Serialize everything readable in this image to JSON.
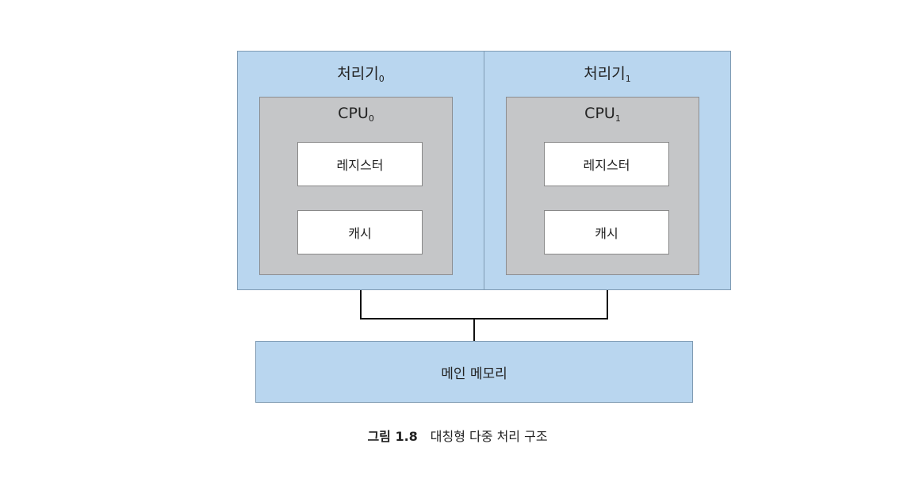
{
  "processors": [
    {
      "title": "처리기",
      "title_sub": "0",
      "cpu_label": "CPU",
      "cpu_sub": "0",
      "register_label": "레지스터",
      "cache_label": "캐시"
    },
    {
      "title": "처리기",
      "title_sub": "1",
      "cpu_label": "CPU",
      "cpu_sub": "1",
      "register_label": "레지스터",
      "cache_label": "캐시"
    }
  ],
  "main_memory": {
    "label": "메인 메모리"
  },
  "caption": {
    "label": "그림 1.8",
    "text": "대칭형 다중 처리 구조"
  },
  "colors": {
    "processor_fill": "#b9d6ef",
    "cpu_fill": "#c5c6c8",
    "box_fill": "#ffffff",
    "wire": "#111111"
  }
}
